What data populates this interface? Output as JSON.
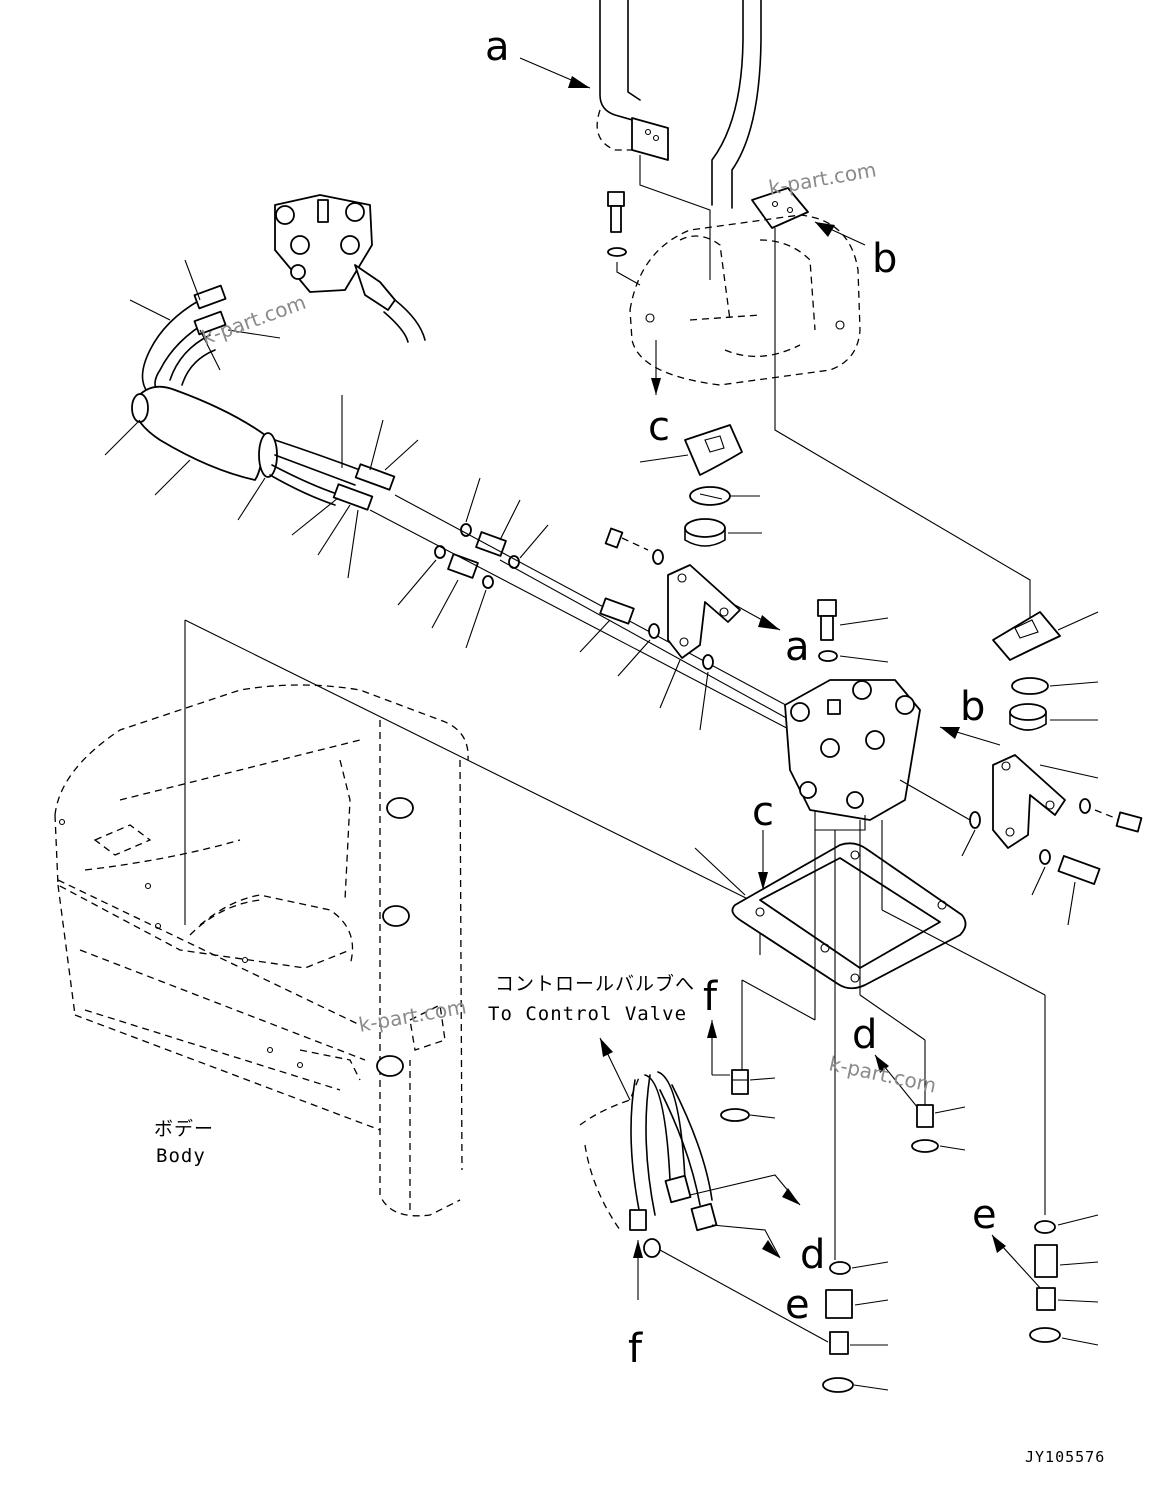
{
  "diagram": {
    "drawing_code": "JY105576",
    "watermark": "k-part.com",
    "notes": {
      "control_valve_jp": "コントロールバルブへ",
      "control_valve_en": "To Control Valve",
      "body_jp": "ボデー",
      "body_en": "Body"
    },
    "reference_letters": [
      {
        "id": "a-top",
        "text": "a"
      },
      {
        "id": "a-mid",
        "text": "a"
      },
      {
        "id": "b-top",
        "text": "b"
      },
      {
        "id": "b-mid",
        "text": "b"
      },
      {
        "id": "c-top",
        "text": "c"
      },
      {
        "id": "c-mid",
        "text": "c"
      },
      {
        "id": "d-mid",
        "text": "d"
      },
      {
        "id": "d-low",
        "text": "d"
      },
      {
        "id": "e-low",
        "text": "e"
      },
      {
        "id": "e-right",
        "text": "e"
      },
      {
        "id": "f-mid",
        "text": "f"
      },
      {
        "id": "f-low",
        "text": "f"
      }
    ]
  }
}
